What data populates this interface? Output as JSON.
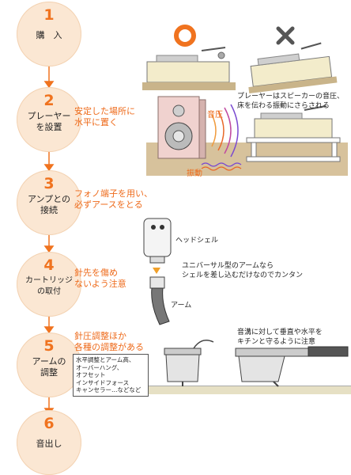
{
  "steps": [
    {
      "num": "1",
      "title": "購　入"
    },
    {
      "num": "2",
      "title": "プレーヤー\nを設置"
    },
    {
      "num": "3",
      "title": "アンプとの\n接続"
    },
    {
      "num": "4",
      "title": "カートリッジ\nの取付"
    },
    {
      "num": "5",
      "title": "アームの\n調整"
    },
    {
      "num": "6",
      "title": "音出し"
    }
  ],
  "notes": {
    "step2": "安定した場所に\n水平に置く",
    "step3": "フォノ端子を用い、\n必ずアースをとる",
    "step4": "針先を傷め\nないよう注意",
    "step5": "針圧調整ほか\n各種の調整がある",
    "step5_box": "水平調整とアーム高、\nオーバーハング、\nオフセット\nインサイドフォース\nキャンセラー…などなど"
  },
  "annotations": {
    "speaker_note": "プレーヤーはスピーカーの音圧、\n床を伝わる振動にさらされる",
    "sound_pressure": "音圧",
    "vibration": "振動",
    "headshell": "ヘッドシェル",
    "universal_arm": "ユニバーサル型のアームなら\nシェルを差し込むだけなのでカンタン",
    "arm": "アーム",
    "groove_note": "音溝に対して垂直や水平を\nキチンと守るように注意"
  },
  "colors": {
    "accent": "#f0731f",
    "circle": "#fbe7d3",
    "note": "#ee6a1a",
    "ok": "#f0731f",
    "ng": "#555555"
  },
  "icons": {
    "ok": "circle-ok-icon",
    "ng": "cross-ng-icon"
  }
}
